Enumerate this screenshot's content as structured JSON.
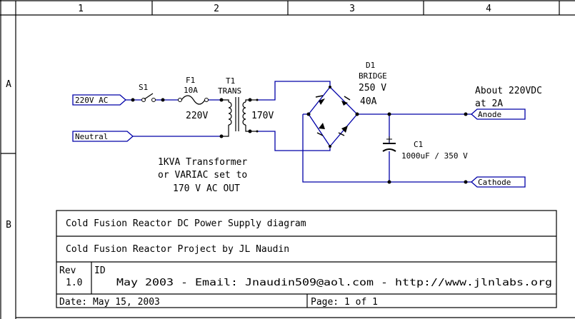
{
  "frame": {
    "columns": [
      "1",
      "2",
      "3",
      "4"
    ],
    "rows": [
      "A",
      "B"
    ]
  },
  "components": {
    "s1": "S1",
    "f1": "F1",
    "f1_rating": "10A",
    "t1": "T1",
    "t1_type": "TRANS",
    "primary_voltage": "220V",
    "secondary_voltage": "170V",
    "d1": "D1",
    "d1_type": "BRIDGE",
    "d1_voltage": "250 V",
    "d1_current": "40A",
    "c1": "C1",
    "c1_value": "1000uF / 350 V"
  },
  "ports": {
    "ac_in": "220V AC",
    "neutral": "Neutral",
    "anode": "Anode",
    "cathode": "Cathode"
  },
  "notes": {
    "output_line1": "About 220VDC",
    "output_line2": "at 2A",
    "transformer_line1": "1KVA Transformer",
    "transformer_line2": "or VARIAC set to",
    "transformer_line3": "170 V AC OUT"
  },
  "title_block": {
    "title": "Cold Fusion Reactor DC Power Supply diagram",
    "project": "Cold Fusion Reactor Project by JL Naudin",
    "rev_label": "Rev",
    "rev_value": "1.0",
    "id_label": "ID",
    "id_value": "May 2003 - Email: Jnaudin509@aol.com - http://www.jlnlabs.org",
    "date": "Date: May 15, 2003",
    "page": "Page: 1 of 1"
  },
  "colors": {
    "wire": "#0000a8",
    "ink": "#000000",
    "background": "#ffffff"
  }
}
